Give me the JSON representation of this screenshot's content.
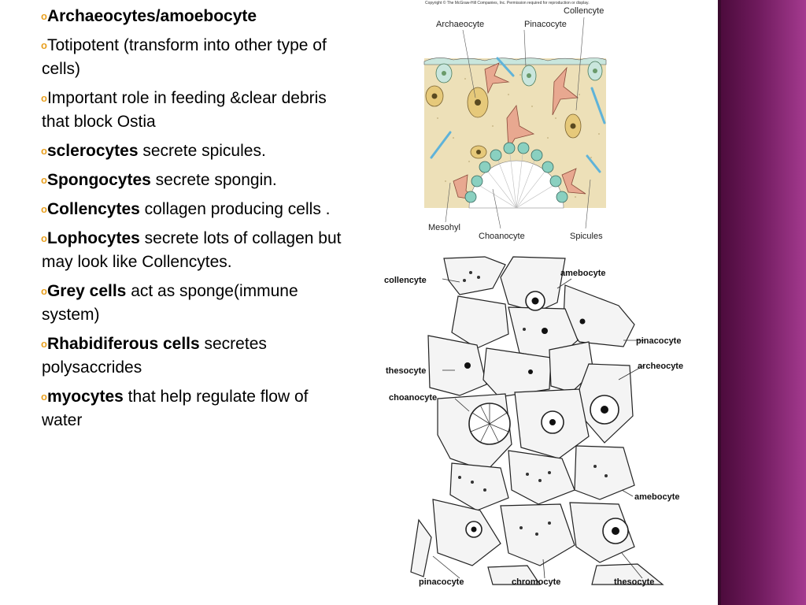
{
  "bullets": [
    {
      "bold": "Archaeocytes/amoebocyte",
      "text": ""
    },
    {
      "bold": "",
      "text": "Totipotent (transform into other type of cells)"
    },
    {
      "bold": "",
      "text": "Important role in feeding &clear debris that block Ostia"
    },
    {
      "bold": "sclerocytes",
      "text": " secrete spicules."
    },
    {
      "bold": "Spongocytes",
      "text": " secrete spongin."
    },
    {
      "bold": "Collencytes",
      "text": "  collagen producing cells ."
    },
    {
      "bold": "Lophocytes",
      "text": " secrete lots of collagen but may look like Collencytes."
    },
    {
      "bold": "Grey cells",
      "text": " act as sponge(immune system)"
    },
    {
      "bold": "Rhabidiferous cells",
      "text": " secretes polysaccrides"
    },
    {
      "bold": "myocytes",
      "text": " that help regulate flow of water"
    }
  ],
  "figure1": {
    "copyright": "Copyright © The McGraw-Hill Companies, Inc. Permission required for reproduction or display.",
    "labels": {
      "collencyte": "Collencyte",
      "archaeocyte": "Archaeocyte",
      "pinacocyte": "Pinacocyte",
      "mesohyl": "Mesohyl",
      "choanocyte": "Choanocyte",
      "spicules": "Spicules"
    },
    "colors": {
      "mesohyl": "#ede0b8",
      "pinacocyte": "#c9e6dd",
      "archaeocyte": "#e6c97a",
      "amoeboid": "#e8a890",
      "choanocyte": "#8ad0c0",
      "spicule": "#5fb3d9"
    }
  },
  "figure2": {
    "labels": {
      "collencyte": "collencyte",
      "amebocyte_top": "amebocyte",
      "pinacocyte_right": "pinacocyte",
      "thesocyte_left": "thesocyte",
      "archeocyte": "archeocyte",
      "choanocyte": "choanocyte",
      "amebocyte_bottom": "amebocyte",
      "pinacocyte_bottom": "pinacocyte",
      "chromocyte": "chromocyte",
      "thesocyte_bottom": "thesocyte"
    }
  }
}
